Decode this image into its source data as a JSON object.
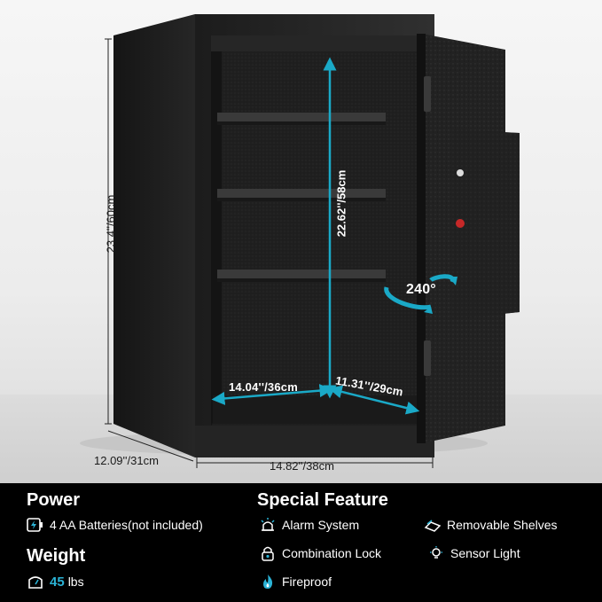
{
  "dimensions": {
    "height": "23.4''/60cm",
    "depth": "12.09''/31cm",
    "width": "14.82''/38cm",
    "inner_height": "22.62''/58cm",
    "inner_width": "14.04''/36cm",
    "inner_depth": "11.31''/29cm",
    "door_rotation": "240°"
  },
  "specs": {
    "power_heading": "Power",
    "power_text": "4 AA Batteries(not included)",
    "weight_heading": "Weight",
    "weight_value": "45",
    "weight_unit": "lbs",
    "feature_heading": "Special Feature",
    "features": [
      {
        "label": "Alarm System",
        "icon": "alarm-icon"
      },
      {
        "label": "Removable Shelves",
        "icon": "shelves-icon"
      },
      {
        "label": "Combination Lock",
        "icon": "lock-icon"
      },
      {
        "label": "Sensor Light",
        "icon": "light-bulb-icon"
      },
      {
        "label": "Fireproof",
        "icon": "fire-icon"
      }
    ]
  },
  "colors": {
    "accent": "#1aa9c7",
    "safe_body": "#2a2a2a",
    "panel_bg": "#000000"
  }
}
